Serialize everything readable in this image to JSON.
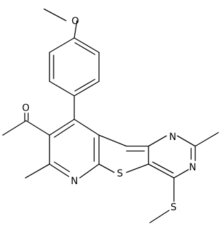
{
  "molecule": {
    "atom_labels": {
      "o_methoxy": "O",
      "o_carbonyl": "O",
      "n_pyridine": "N",
      "s_thiophene": "S",
      "n_pyrimidine_top": "N",
      "n_pyrimidine_bottom": "N",
      "s_methylthio": "S"
    }
  },
  "colors": {
    "ink": "#000000",
    "background": "#ffffff"
  }
}
